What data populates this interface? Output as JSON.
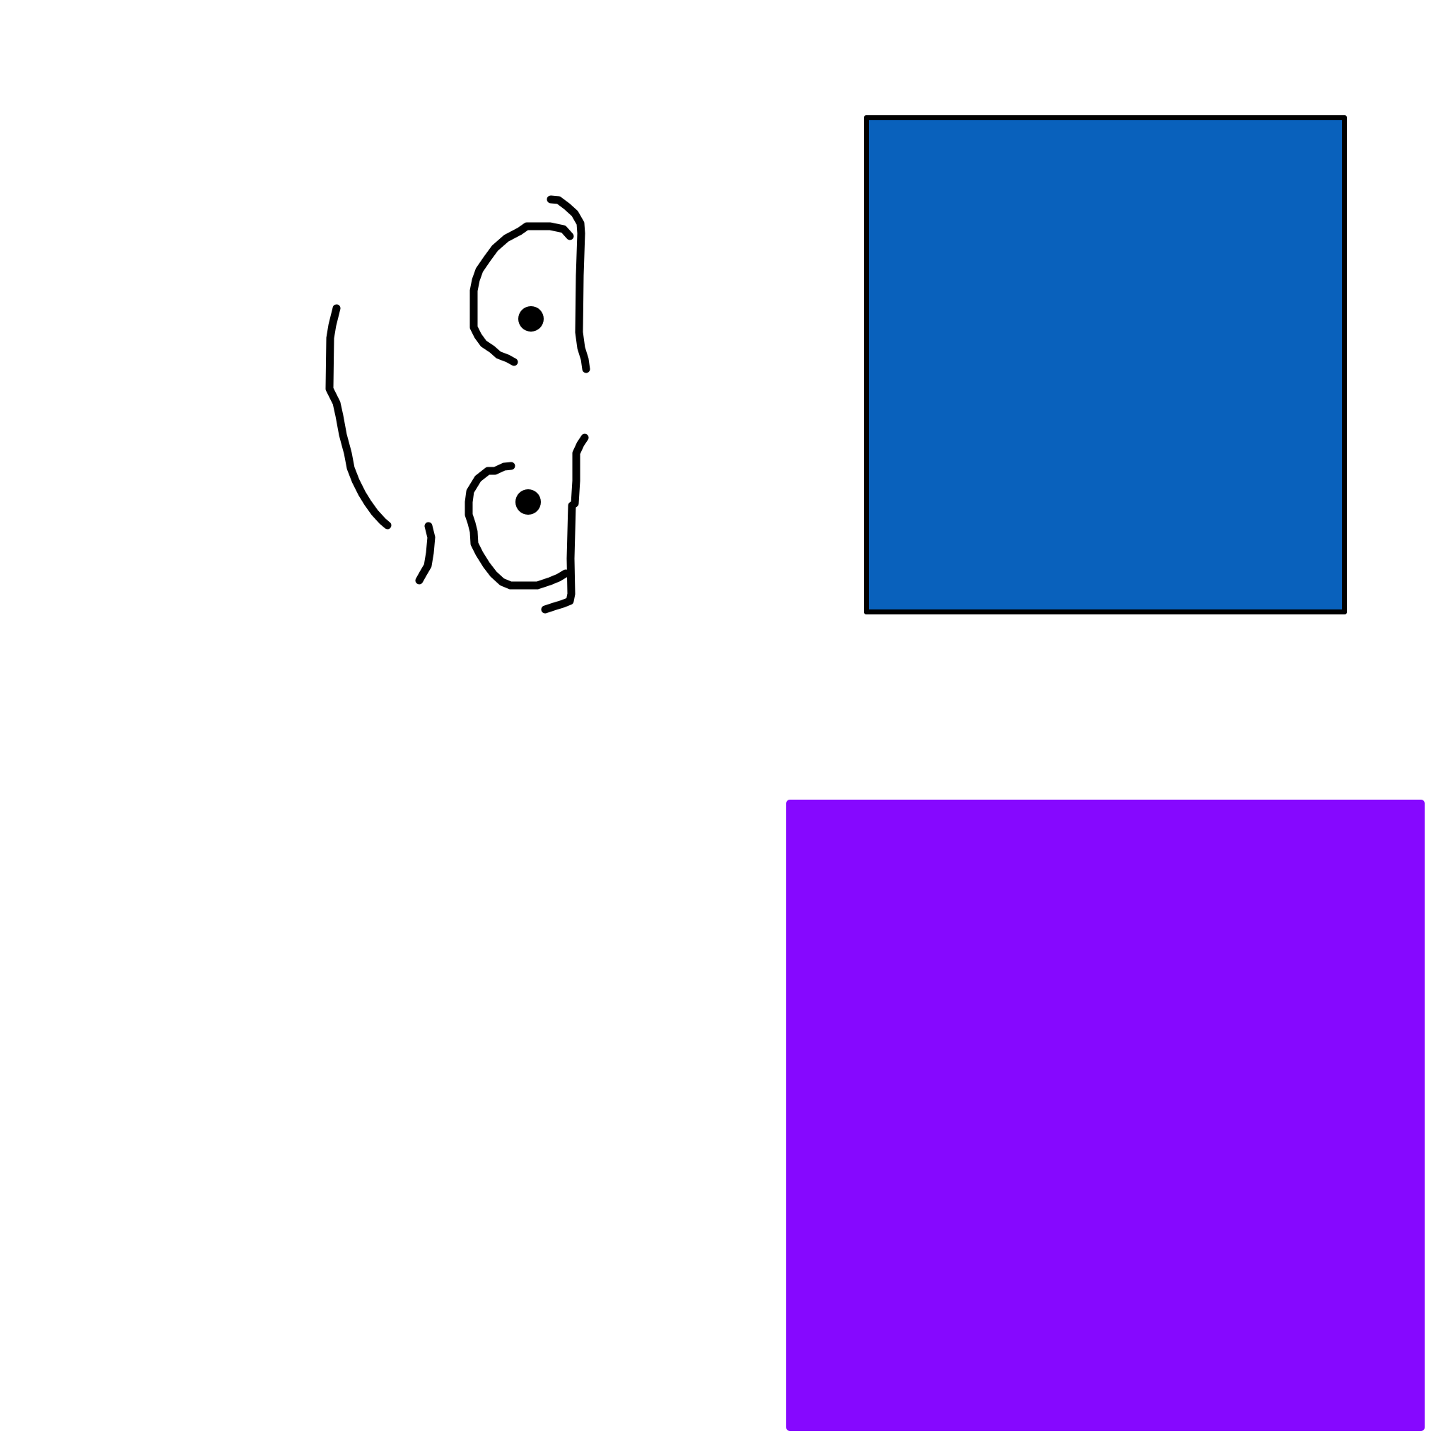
{
  "canvas": {
    "background_color": "#ffffff"
  },
  "face_sketch": {
    "description_icon": "hand-drawn-face-icon",
    "stroke_color": "#000000",
    "parts": [
      "head-outline",
      "upper-eye",
      "lower-eye",
      "upper-ear",
      "lower-ear",
      "chin-stroke"
    ]
  },
  "shapes": {
    "blue_square": {
      "fill_color": "#0961bc",
      "border_color": "#000000"
    },
    "purple_square": {
      "fill_color": "#8608ff"
    }
  }
}
